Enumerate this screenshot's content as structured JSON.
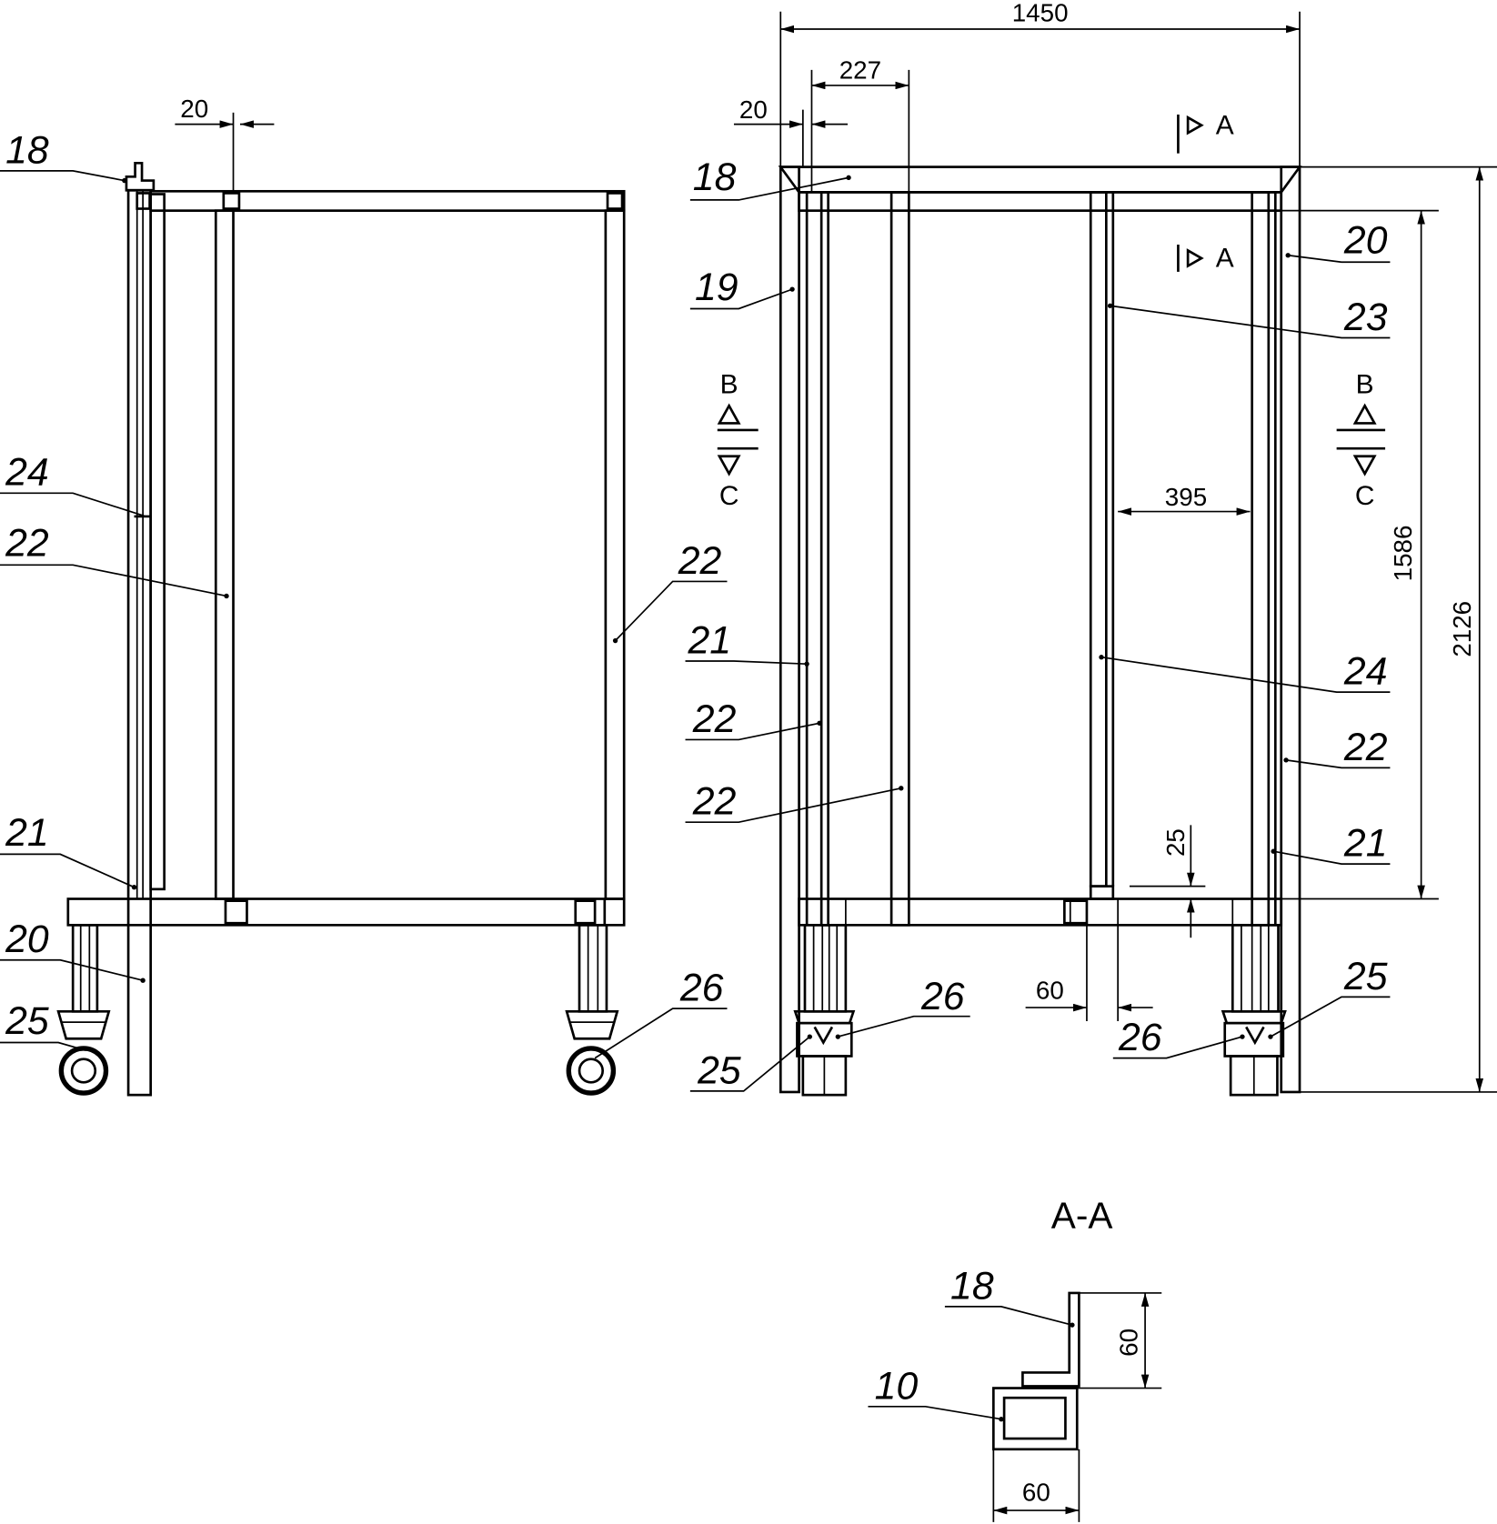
{
  "left_view": {
    "labels": [
      "18",
      "24",
      "22",
      "21",
      "20",
      "25",
      "22",
      "26"
    ],
    "dims": {
      "post_offset": "20"
    }
  },
  "front_view": {
    "labels": [
      "18",
      "19",
      "20",
      "23",
      "21",
      "22",
      "22",
      "24",
      "22",
      "21",
      "26",
      "25",
      "25",
      "26"
    ],
    "dims": {
      "overall_width": "1450",
      "offset": "227",
      "thickness": "20",
      "spacing": "395",
      "inner_height": "1586",
      "overall_height": "2126",
      "gap": "25",
      "post_width": "60"
    },
    "section_marks": {
      "a_top": "A",
      "a_mid": "A",
      "b_left": "B",
      "c_left": "C",
      "b_right": "B",
      "c_right": "C"
    }
  },
  "section_aa": {
    "title": "A-A",
    "labels": [
      "18",
      "10"
    ],
    "dims": {
      "height": "60",
      "width": "60"
    }
  }
}
